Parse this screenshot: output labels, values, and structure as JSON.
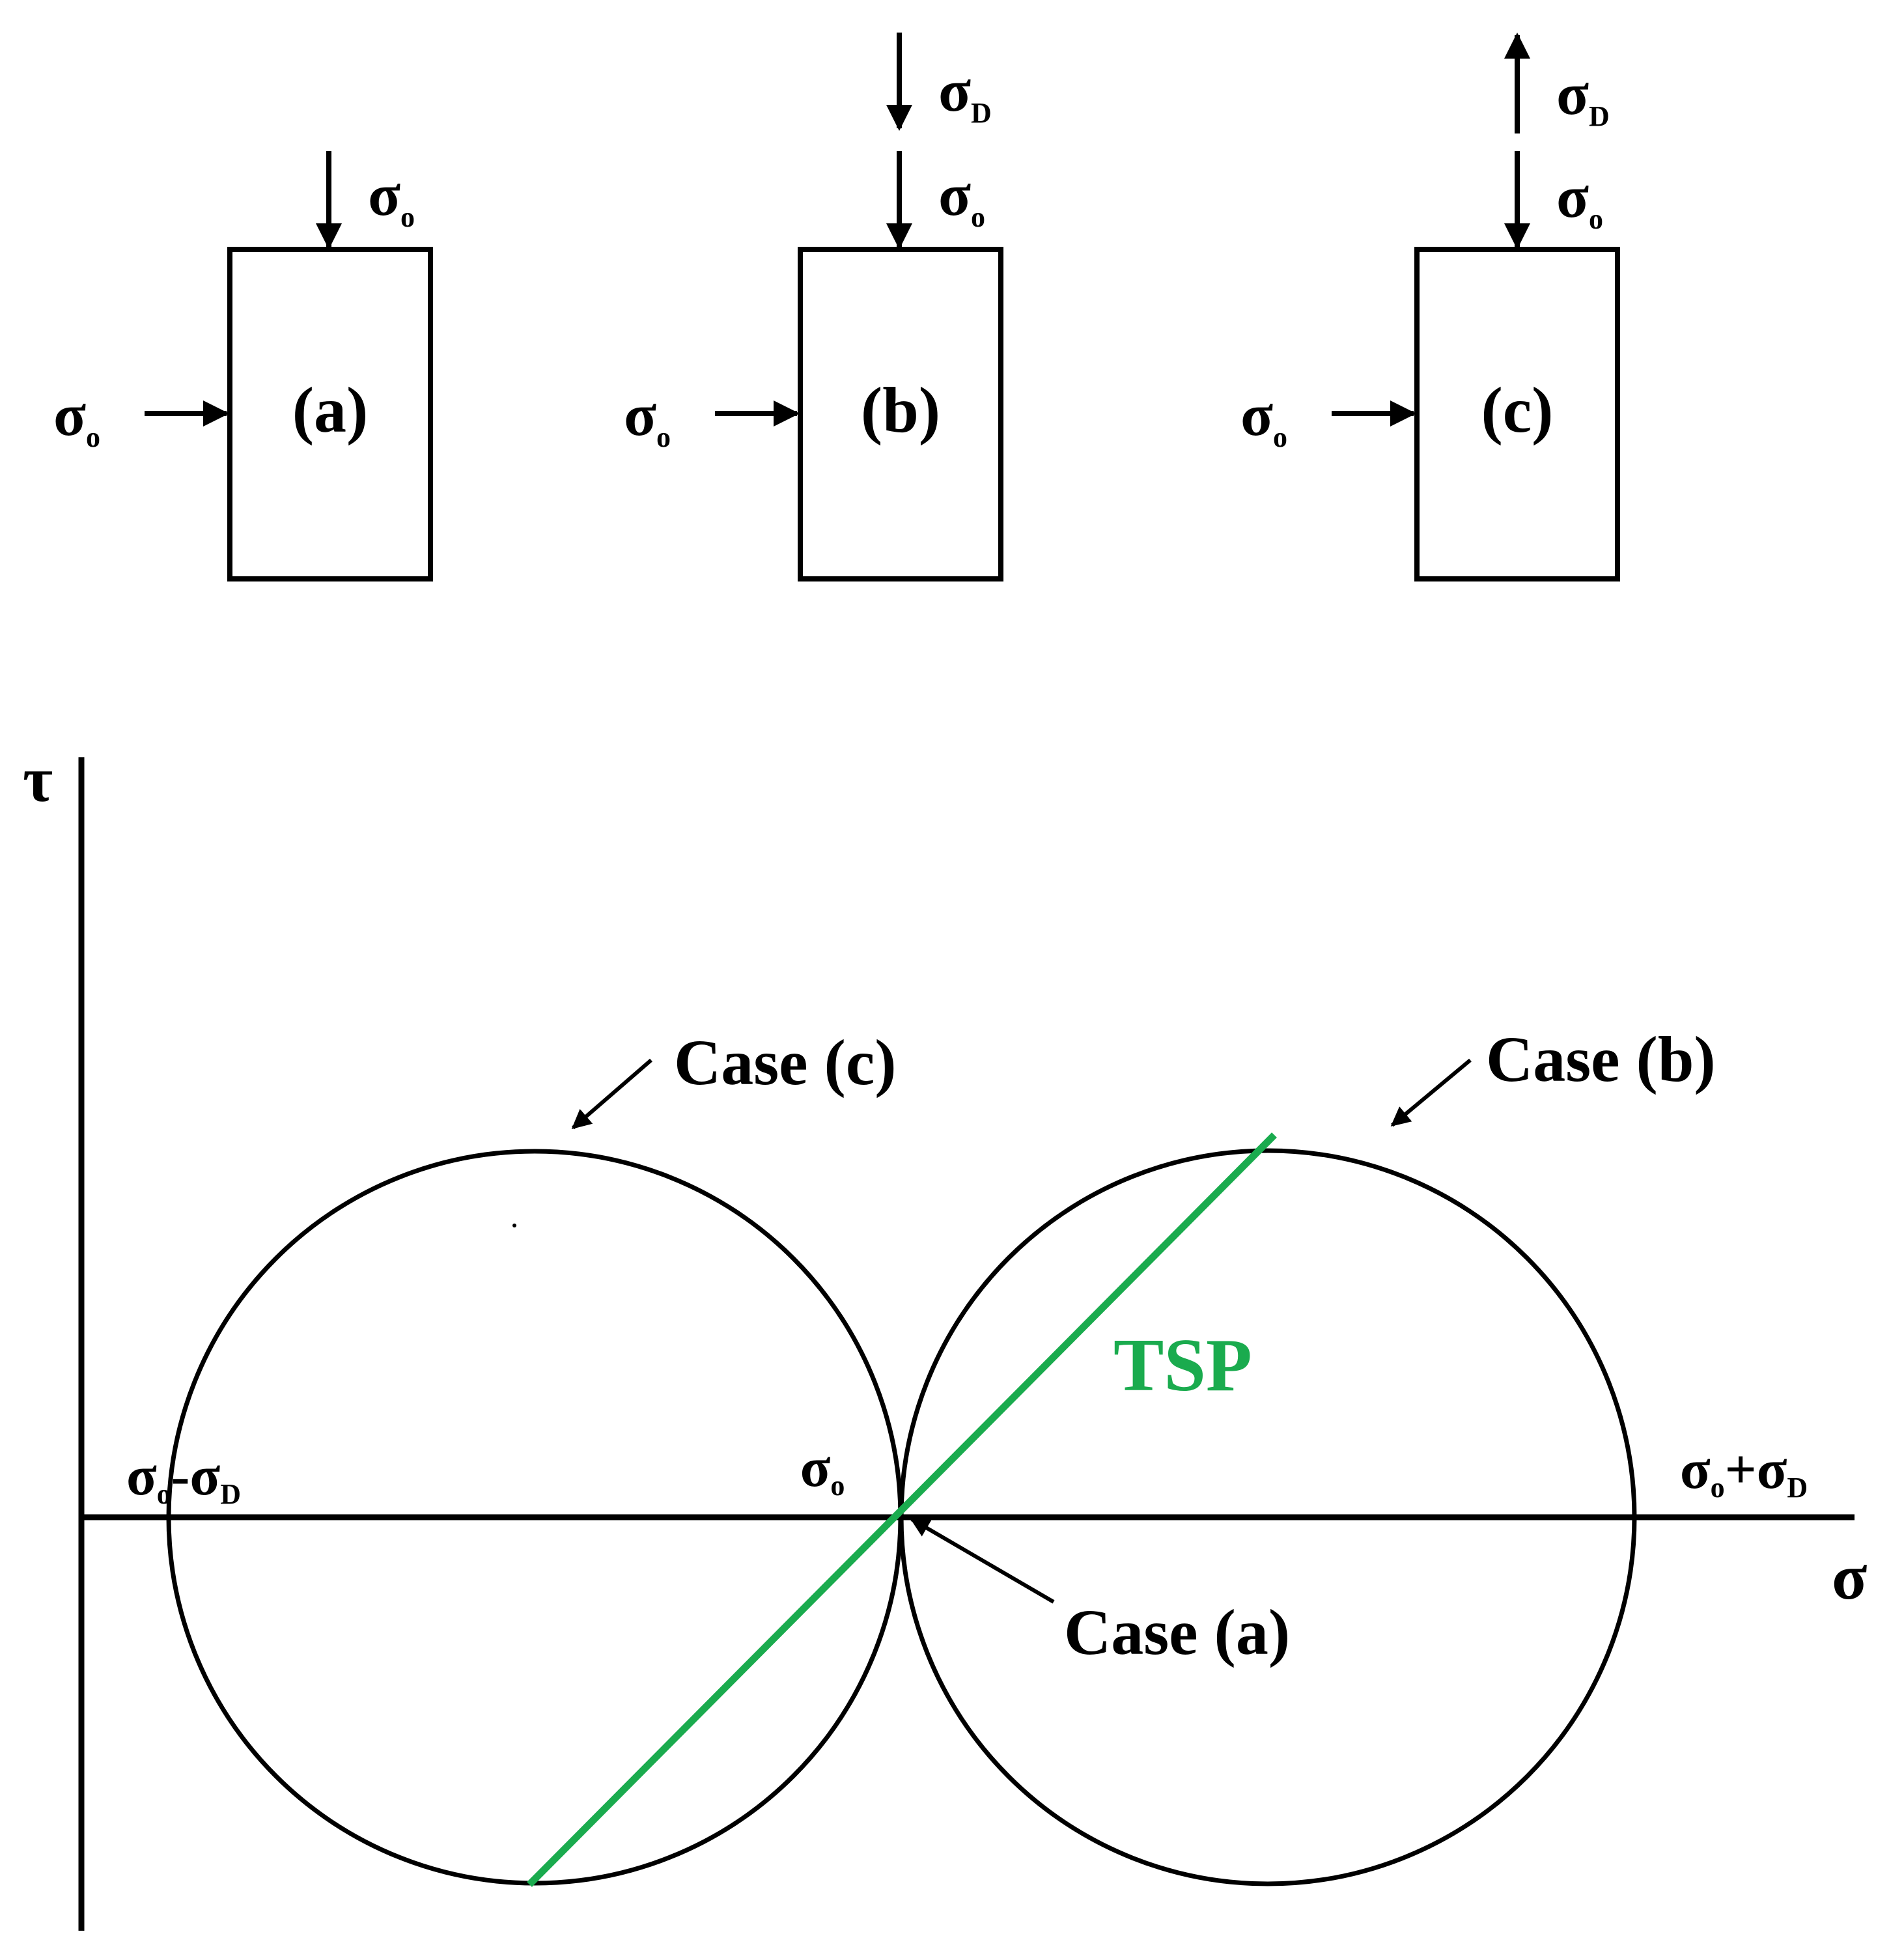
{
  "colors": {
    "ink": "#000000",
    "tsp": "#1aab4e",
    "background": "#ffffff"
  },
  "elements": {
    "a": {
      "label": "(a)",
      "side_stress": "σ",
      "side_sub": "o",
      "top_stress": "σ",
      "top_sub": "o"
    },
    "b": {
      "label": "(b)",
      "side_stress": "σ",
      "side_sub": "o",
      "top_stress": "σ",
      "top_sub": "o",
      "extra_stress": "σ",
      "extra_sub": "D",
      "extra_direction": "compression"
    },
    "c": {
      "label": "(c)",
      "side_stress": "σ",
      "side_sub": "o",
      "top_stress": "σ",
      "top_sub": "o",
      "extra_stress": "σ",
      "extra_sub": "D",
      "extra_direction": "tension"
    }
  },
  "mohr": {
    "tau_axis_label": "τ",
    "sigma_axis_label": "σ",
    "tick_left": {
      "main": "σ",
      "sub1": "o",
      "mid": "-σ",
      "sub2": "D"
    },
    "tick_center": {
      "main": "σ",
      "sub": "o"
    },
    "tick_right": {
      "main": "σ",
      "sub1": "o",
      "mid": "+σ",
      "sub2": "D"
    },
    "case_a_label": "Case (a)",
    "case_b_label": "Case (b)",
    "case_c_label": "Case (c)",
    "tsp_label": "TSP"
  }
}
